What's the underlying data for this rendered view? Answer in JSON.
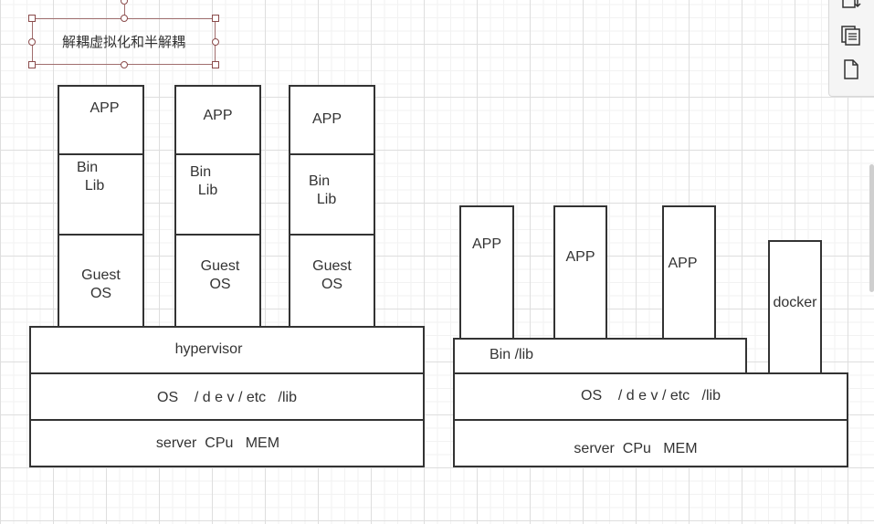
{
  "selected_label": "解耦虚拟化和半解耦",
  "vm": {
    "columns": [
      {
        "app": "APP",
        "binlib": "Bin\n  Lib",
        "guest": "Guest\nOS"
      },
      {
        "app": "APP",
        "binlib": "Bin\n  Lib",
        "guest": "Guest\nOS"
      },
      {
        "app": "APP",
        "binlib": "Bin\n  Lib",
        "guest": "Guest\nOS"
      }
    ],
    "hypervisor": "hypervisor",
    "os": "OS    / d e v / etc   /lib",
    "server": "server  CPu   MEM"
  },
  "container": {
    "apps": [
      "APP",
      "APP",
      "APP"
    ],
    "docker": "docker",
    "binlib": "Bin /lib",
    "os": "OS    / d e v / etc   /lib",
    "server": "server  CPu   MEM"
  },
  "toolbar": {
    "icons": [
      "export-icon",
      "copy-icon",
      "page-icon"
    ]
  }
}
